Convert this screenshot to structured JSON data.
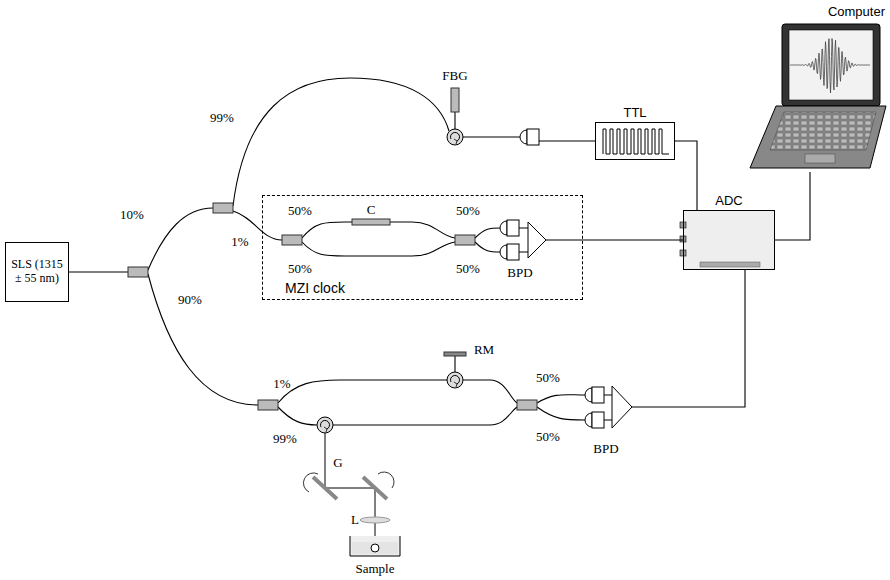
{
  "diagram": {
    "nodes": [
      {
        "text": [
          "SLS (1315 ± 55 nm)"
        ]
      },
      {
        "text": [
          "MZI clock"
        ]
      },
      {
        "text": [
          "TTL"
        ]
      },
      {
        "text": [
          "ADC"
        ]
      },
      {
        "text": [
          "Computer"
        ]
      }
    ],
    "edges": [
      {
        "from": 1,
        "to": 3,
        "arrow": "none"
      },
      {
        "from": 2,
        "to": 3,
        "arrow": "none"
      },
      {
        "from": 3,
        "to": 4,
        "arrow": "none"
      }
    ],
    "labels": [
      "FBG",
      "99%",
      "1%",
      "10%",
      "90%",
      "C",
      "50%",
      "50%",
      "50%",
      "50%",
      "BPD",
      "RM",
      "1%",
      "99%",
      "50%",
      "50%",
      "BPD",
      "G",
      "L",
      "Sample"
    ]
  }
}
